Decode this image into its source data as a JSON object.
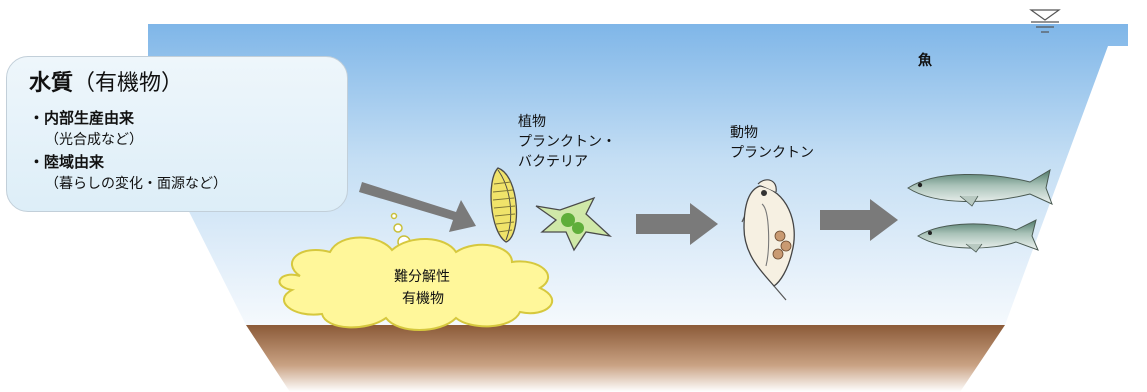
{
  "water_quality_box": {
    "title_bold": "水質",
    "title_rest": "（有機物）",
    "items": [
      {
        "label": "・内部生産由来",
        "note": "（光合成など）"
      },
      {
        "label": "・陸域由来",
        "note": "（暮らしの変化・面源など）"
      }
    ]
  },
  "labels": {
    "phytoplankton_line1": "植物",
    "phytoplankton_line2": "プランクトン・",
    "phytoplankton_line3": "バクテリア",
    "zooplankton_line1": "動物",
    "zooplankton_line2": "プランクトン",
    "fish": "魚",
    "refractory_line1": "難分解性",
    "refractory_line2": "有機物"
  },
  "icons": [
    "water-level-icon",
    "diatom-icon",
    "algae-cell-icon",
    "daphnia-icon",
    "fish-icon"
  ],
  "colors": {
    "water_top": "#7fb6e8",
    "water_bottom": "#f4f9fd",
    "sediment": "#8b5a38",
    "arrow": "#7a7a7a",
    "cloud": "#fff79a"
  }
}
